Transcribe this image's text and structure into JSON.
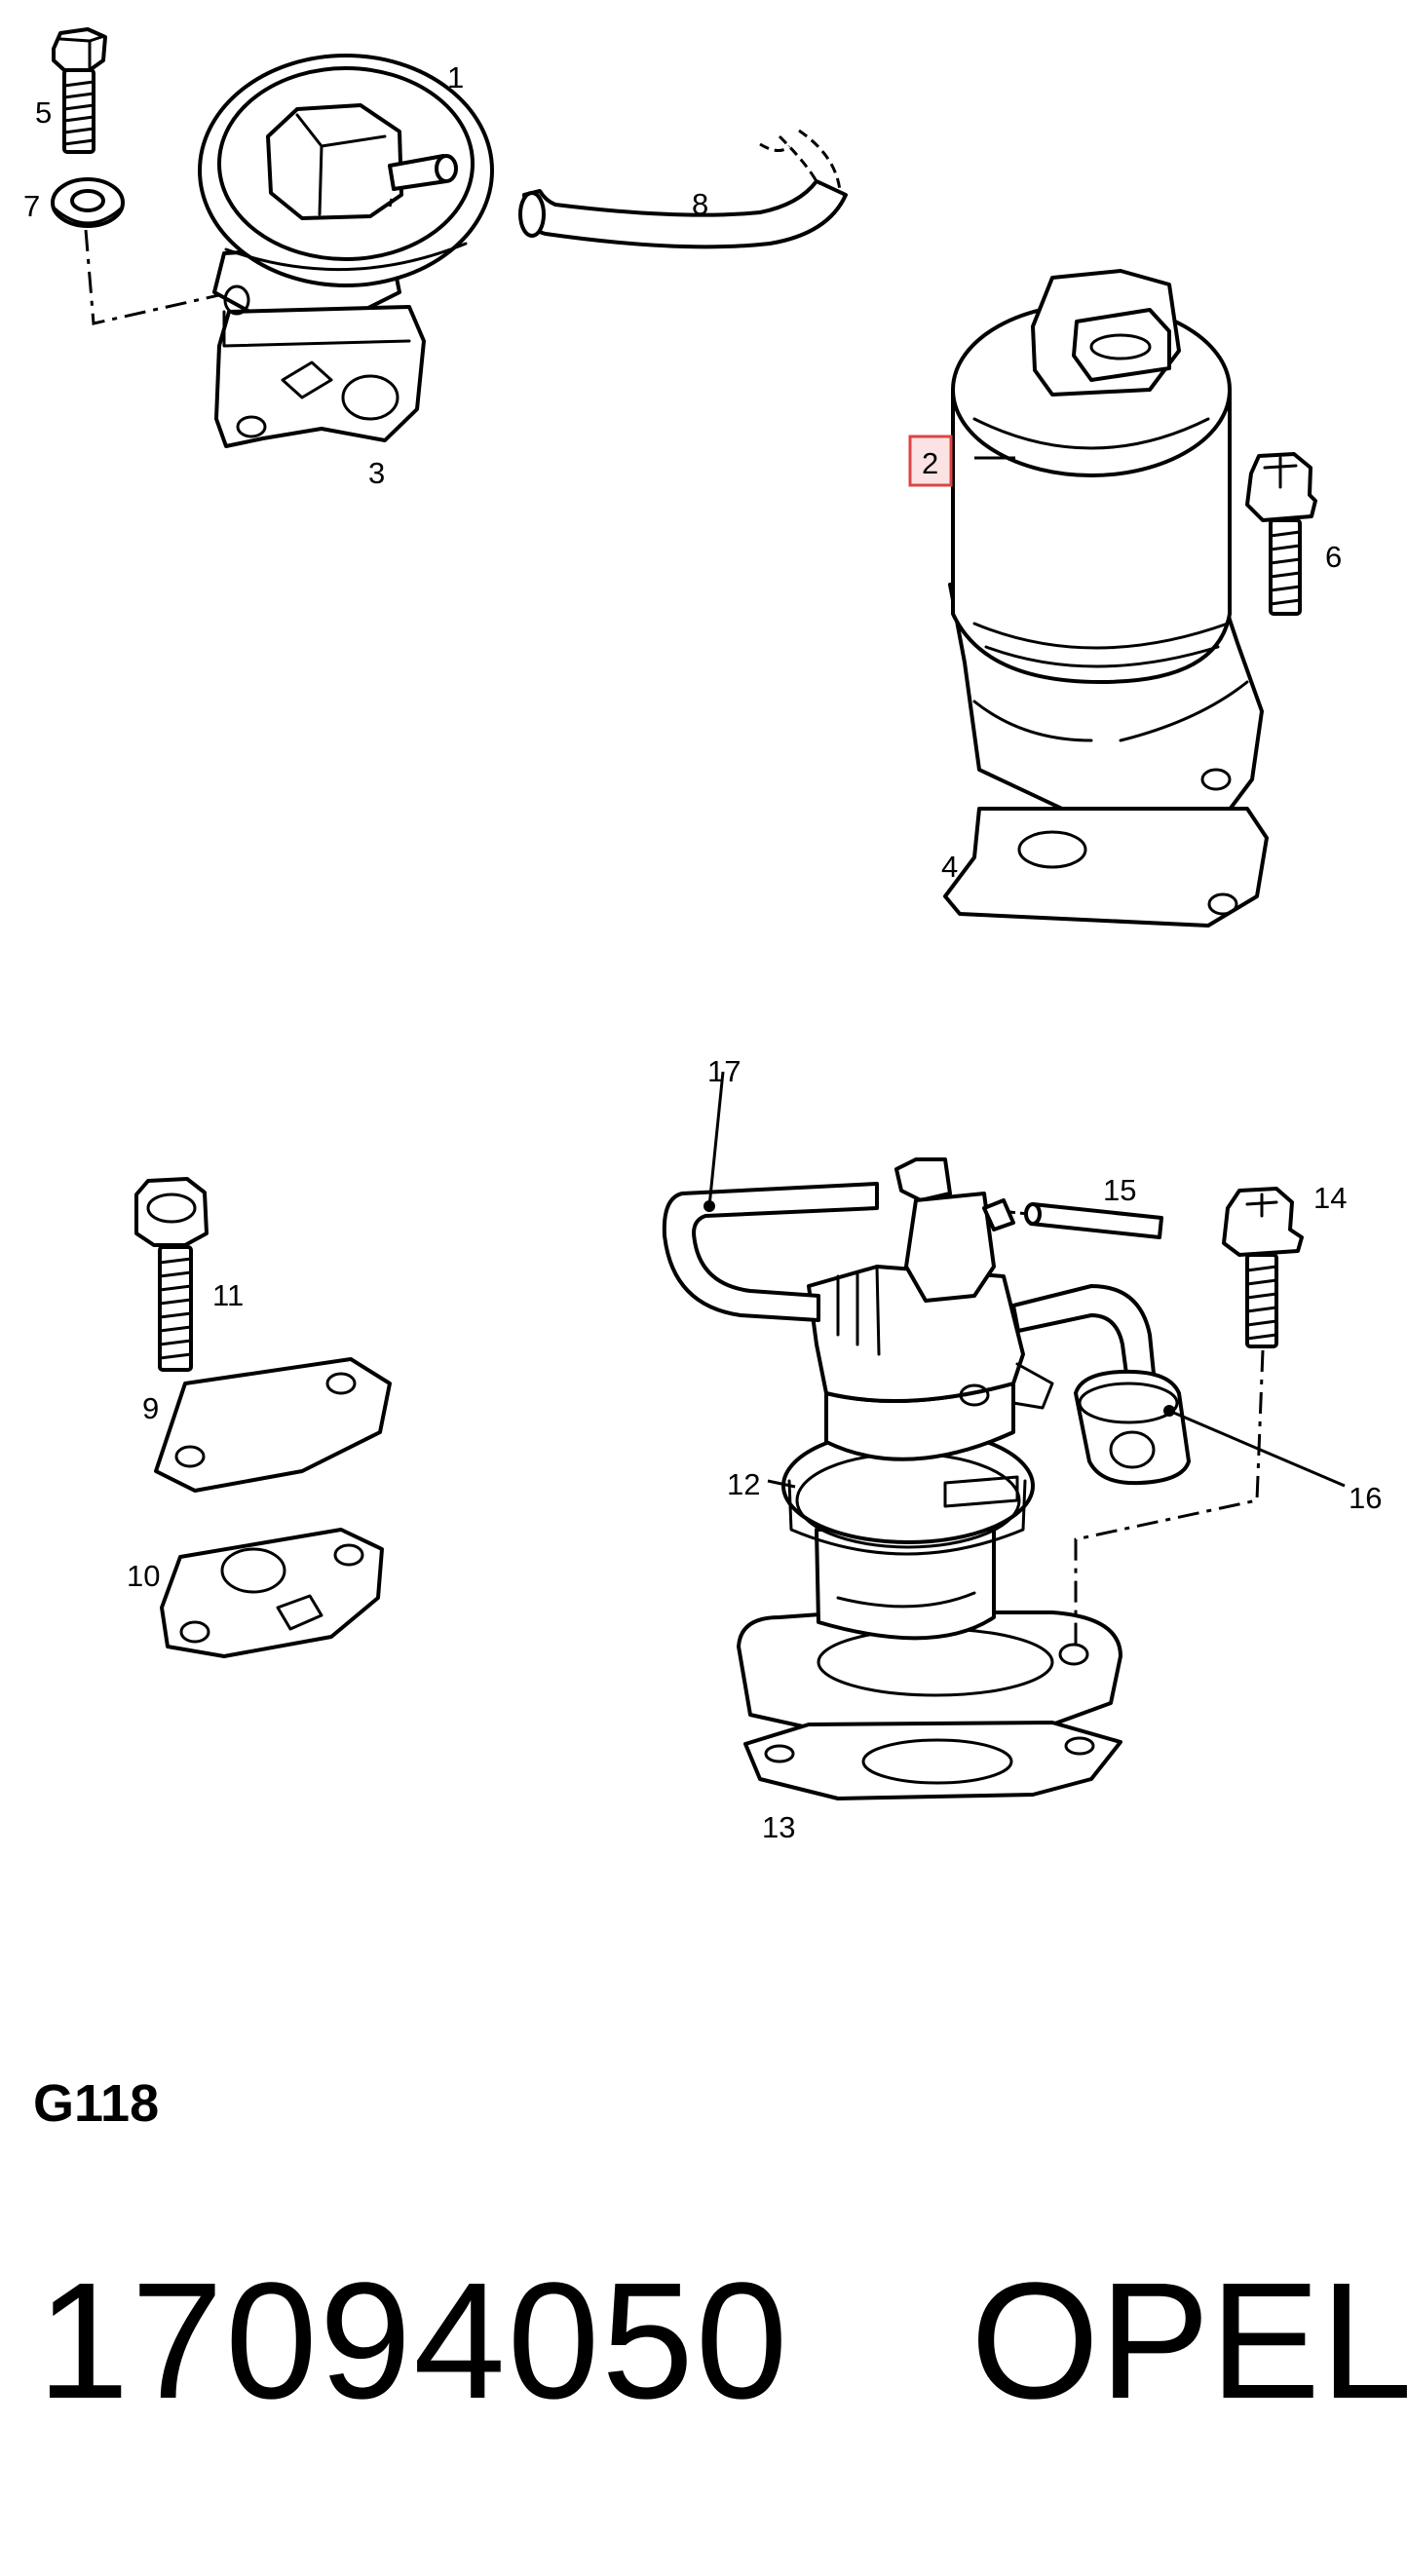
{
  "callouts": {
    "c1": "1",
    "c2": "2",
    "c3": "3",
    "c4": "4",
    "c5": "5",
    "c6": "6",
    "c7": "7",
    "c8": "8",
    "c9": "9",
    "c10": "10",
    "c11": "11",
    "c12": "12",
    "c13": "13",
    "c14": "14",
    "c15": "15",
    "c16": "16",
    "c17": "17"
  },
  "highlighted_callout": "2",
  "highlight_color": "#fbe3e3",
  "group_code": "G118",
  "part_number": "17094050",
  "brand": "OPEL"
}
